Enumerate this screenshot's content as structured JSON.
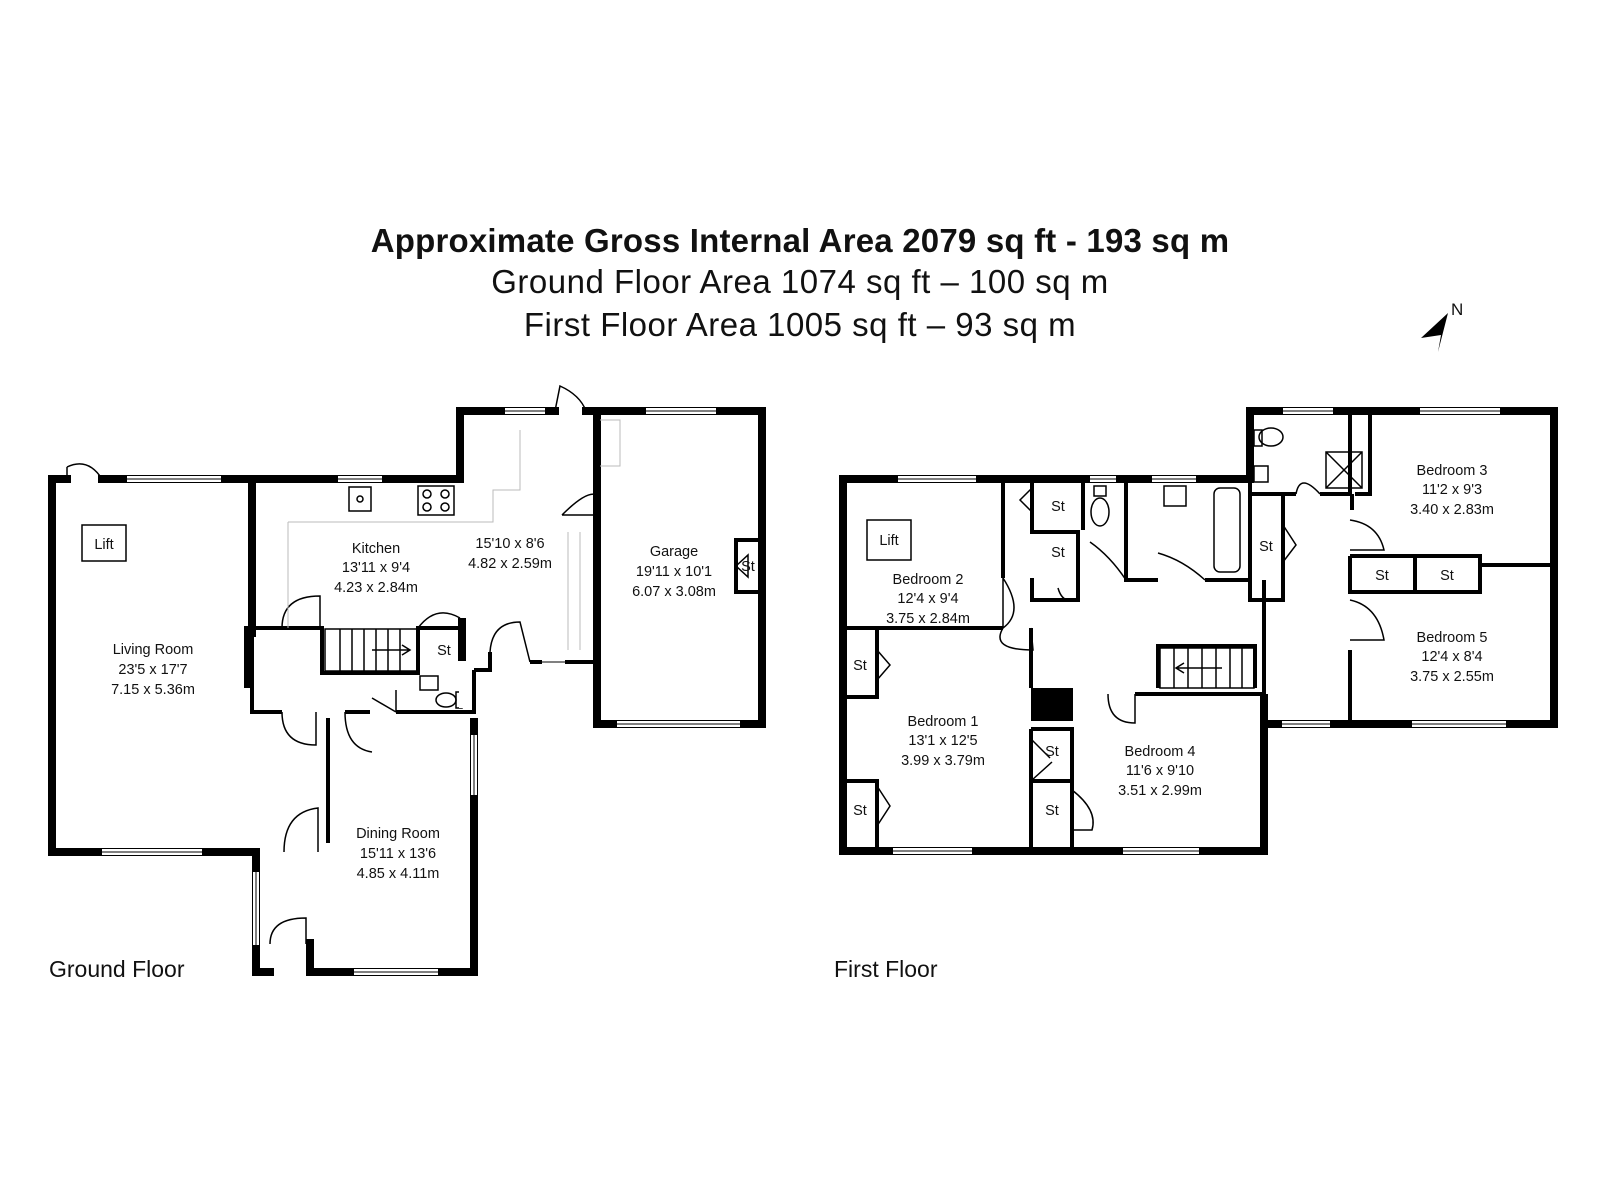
{
  "header": {
    "title": "Approximate Gross Internal Area 2079 sq ft - 193 sq m",
    "ground_area": "Ground Floor Area 1074 sq ft – 100 sq m",
    "first_area": "First Floor Area 1005 sq ft – 93 sq m"
  },
  "compass": {
    "label": "N"
  },
  "ground_floor": {
    "label": "Ground Floor",
    "rooms": {
      "living_room": {
        "name": "Living Room",
        "imperial": "23'5 x 17'7",
        "metric": "7.15 x 5.36m"
      },
      "kitchen": {
        "name": "Kitchen",
        "imperial": "13'11 x 9'4",
        "metric": "4.23 x 2.84m"
      },
      "utility": {
        "name": "",
        "imperial": "15'10 x 8'6",
        "metric": "4.82 x 2.59m"
      },
      "garage": {
        "name": "Garage",
        "imperial": "19'11 x 10'1",
        "metric": "6.07 x 3.08m"
      },
      "dining_room": {
        "name": "Dining Room",
        "imperial": "15'11 x 13'6",
        "metric": "4.85 x 4.11m"
      }
    },
    "lift": "Lift",
    "store": "St"
  },
  "first_floor": {
    "label": "First Floor",
    "rooms": {
      "bedroom_1": {
        "name": "Bedroom 1",
        "imperial": "13'1 x 12'5",
        "metric": "3.99 x 3.79m"
      },
      "bedroom_2": {
        "name": "Bedroom 2",
        "imperial": "12'4 x 9'4",
        "metric": "3.75 x 2.84m"
      },
      "bedroom_3": {
        "name": "Bedroom 3",
        "imperial": "11'2 x 9'3",
        "metric": "3.40 x 2.83m"
      },
      "bedroom_4": {
        "name": "Bedroom 4",
        "imperial": "11'6 x 9'10",
        "metric": "3.51 x 2.99m"
      },
      "bedroom_5": {
        "name": "Bedroom 5",
        "imperial": "12'4 x 8'4",
        "metric": "3.75 x 2.55m"
      }
    },
    "lift": "Lift",
    "store": "St"
  }
}
